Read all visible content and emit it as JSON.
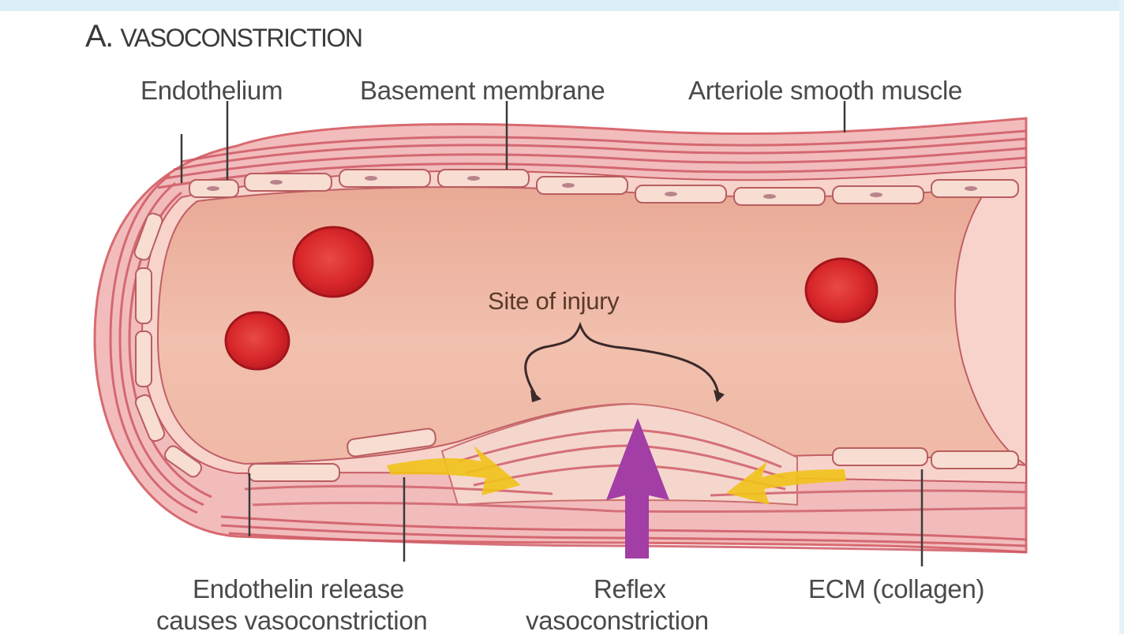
{
  "title": {
    "panel_letter": "A.",
    "panel_text": "VASOCONSTRICTION"
  },
  "labels": {
    "endothelium": "Endothelium",
    "basement_membrane": "Basement membrane",
    "arteriole_smooth_muscle": "Arteriole smooth muscle",
    "site_of_injury": "Site of injury",
    "endothelin_line1": "Endothelin release",
    "endothelin_line2": "causes vasoconstriction",
    "reflex_line1": "Reflex",
    "reflex_line2": "vasoconstriction",
    "ecm": "ECM (collagen)"
  },
  "colors": {
    "lumen": "#efb7a6",
    "vessel_wall": "#f4c3c2",
    "muscle_stripe": "#d4646e",
    "endothelial_cell": "#f7d9cf",
    "red_blood_cell": "#d8262b",
    "endothelin_arrow": "#f0c020",
    "reflex_arrow": "#a23ea5"
  }
}
